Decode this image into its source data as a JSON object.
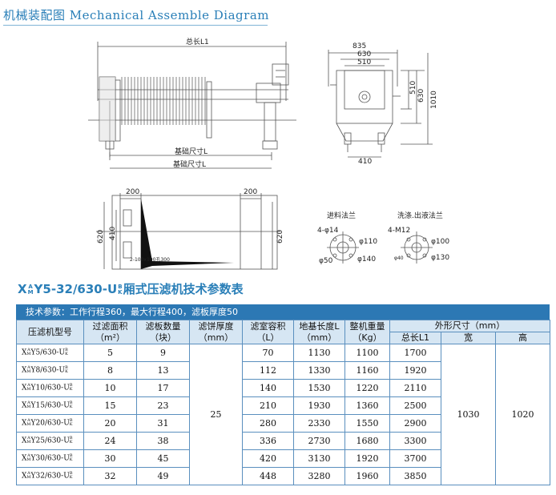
{
  "header": {
    "title_cn": "机械装配图",
    "title_en": "Mechanical Assemble Diagram"
  },
  "drawing": {
    "total_length_label": "总长L1",
    "foundation_label": "基础尺寸L",
    "side_view": {
      "dims": [
        "835",
        "630",
        "510",
        "510",
        "630",
        "1010",
        "410"
      ]
    },
    "bottom_view": {
      "dims": [
        "200",
        "200",
        "620",
        "410",
        "620"
      ],
      "note": "2-100x100孔300"
    },
    "flanges": {
      "inlet": {
        "title": "进料法兰",
        "holes": "4-φ14",
        "d1": "φ110",
        "d2": "φ50",
        "d3": "φ140"
      },
      "washing": {
        "title": "洗涤.出液法兰",
        "holes": "4-M12",
        "d1": "φ100",
        "d2": "φ40",
        "d3": "φ130"
      }
    }
  },
  "section_title": {
    "prefix": "X",
    "sup1": "A",
    "sub1": "M",
    "mid": "Y5-32/630-U",
    "sup2": "B",
    "sub2": "K",
    "suffix": "厢式压滤机技术参数表"
  },
  "params_line": "技术参数：工作行程360，最大行程400，滤板厚度50",
  "table": {
    "headers": {
      "model": "压滤机型号",
      "area": "过滤面积",
      "area_unit": "（m²）",
      "plates": "滤板数量",
      "plates_unit": "（块）",
      "cake": "滤饼厚度",
      "cake_unit": "（mm）",
      "chamber": "滤室容积",
      "chamber_unit": "（L）",
      "foundation": "地基长度L",
      "foundation_unit": "（mm）",
      "weight": "整机重量",
      "weight_unit": "（Kg）",
      "outer": "外形尺寸（mm）",
      "length": "总长L1",
      "width": "宽",
      "height": "高"
    },
    "cake_value": "25",
    "width_value": "1030",
    "height_value": "1020",
    "rows": [
      {
        "model_num": "Y5/630-U",
        "area": "5",
        "plates": "9",
        "chamber": "70",
        "foundation": "1130",
        "weight": "1100",
        "length": "1700"
      },
      {
        "model_num": "Y8/630-U",
        "area": "8",
        "plates": "13",
        "chamber": "112",
        "foundation": "1330",
        "weight": "1160",
        "length": "1920"
      },
      {
        "model_num": "Y10/630-U",
        "area": "10",
        "plates": "17",
        "chamber": "140",
        "foundation": "1530",
        "weight": "1220",
        "length": "2110"
      },
      {
        "model_num": "Y15/630-U",
        "area": "15",
        "plates": "23",
        "chamber": "210",
        "foundation": "1930",
        "weight": "1360",
        "length": "2500"
      },
      {
        "model_num": "Y20/630-U",
        "area": "20",
        "plates": "31",
        "chamber": "280",
        "foundation": "2330",
        "weight": "1550",
        "length": "2900"
      },
      {
        "model_num": "Y25/630-U",
        "area": "24",
        "plates": "38",
        "chamber": "336",
        "foundation": "2730",
        "weight": "1680",
        "length": "3300"
      },
      {
        "model_num": "Y30/630-U",
        "area": "30",
        "plates": "45",
        "chamber": "420",
        "foundation": "3130",
        "weight": "1920",
        "length": "3700"
      },
      {
        "model_num": "Y32/630-U",
        "area": "32",
        "plates": "49",
        "chamber": "448",
        "foundation": "3280",
        "weight": "1960",
        "length": "3850"
      }
    ]
  }
}
